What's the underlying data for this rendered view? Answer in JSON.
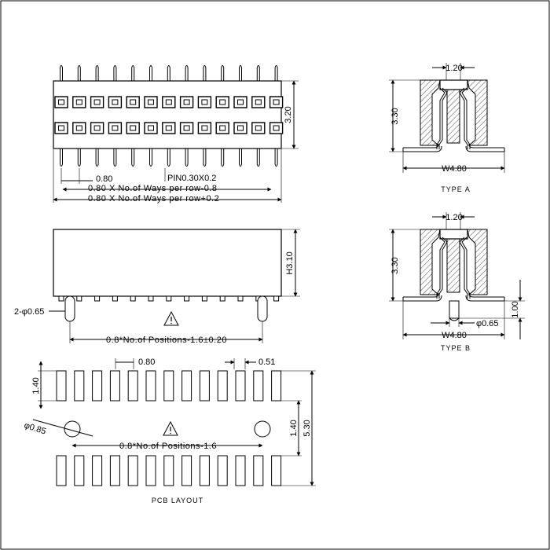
{
  "top_view": {
    "dim_pitch": "0.80",
    "dim_pin": "PIN0.30X0.2",
    "dim_row1": "0.80 X No.of Ways per row-0.8",
    "dim_row2": "0.80 X No.of Ways per row+0.2",
    "dim_height": "3.20"
  },
  "side_view": {
    "dim_height": "H3.10",
    "dim_post": "2-φ0.65",
    "dim_positions": "0.8*No.of Positions-1.6±0.20"
  },
  "pcb_layout": {
    "dim_pitch": "0.80",
    "dim_pad_width": "0.51",
    "dim_pad_len": "1.40",
    "dim_hole": "φ0.85",
    "dim_positions": "0.8*No.of Positions-1.6",
    "dim_gap": "1.40",
    "dim_total": "5.30",
    "caption": "PCB LAYOUT"
  },
  "type_a": {
    "dim_top": "1.20",
    "dim_height": "3.30",
    "dim_width": "W4.80",
    "caption": "TYPE A"
  },
  "type_b": {
    "dim_top": "1.20",
    "dim_height": "3.30",
    "dim_width": "W4.80",
    "dim_post": "φ0.65",
    "dim_post_len": "1.00",
    "caption": "TYPE B"
  },
  "icons": [
    "warning-triangle-icon"
  ]
}
